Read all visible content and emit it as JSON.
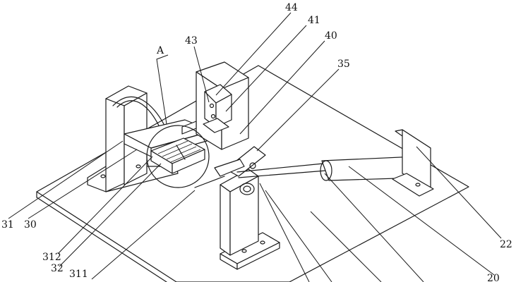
{
  "labels": {
    "l44": "44",
    "l41": "41",
    "l43": "43",
    "l40": "40",
    "lA": "A",
    "l35": "35",
    "l31": "31",
    "l30": "30",
    "l312": "312",
    "l32": "32",
    "l311": "311",
    "l22": "22",
    "l20": "20"
  }
}
